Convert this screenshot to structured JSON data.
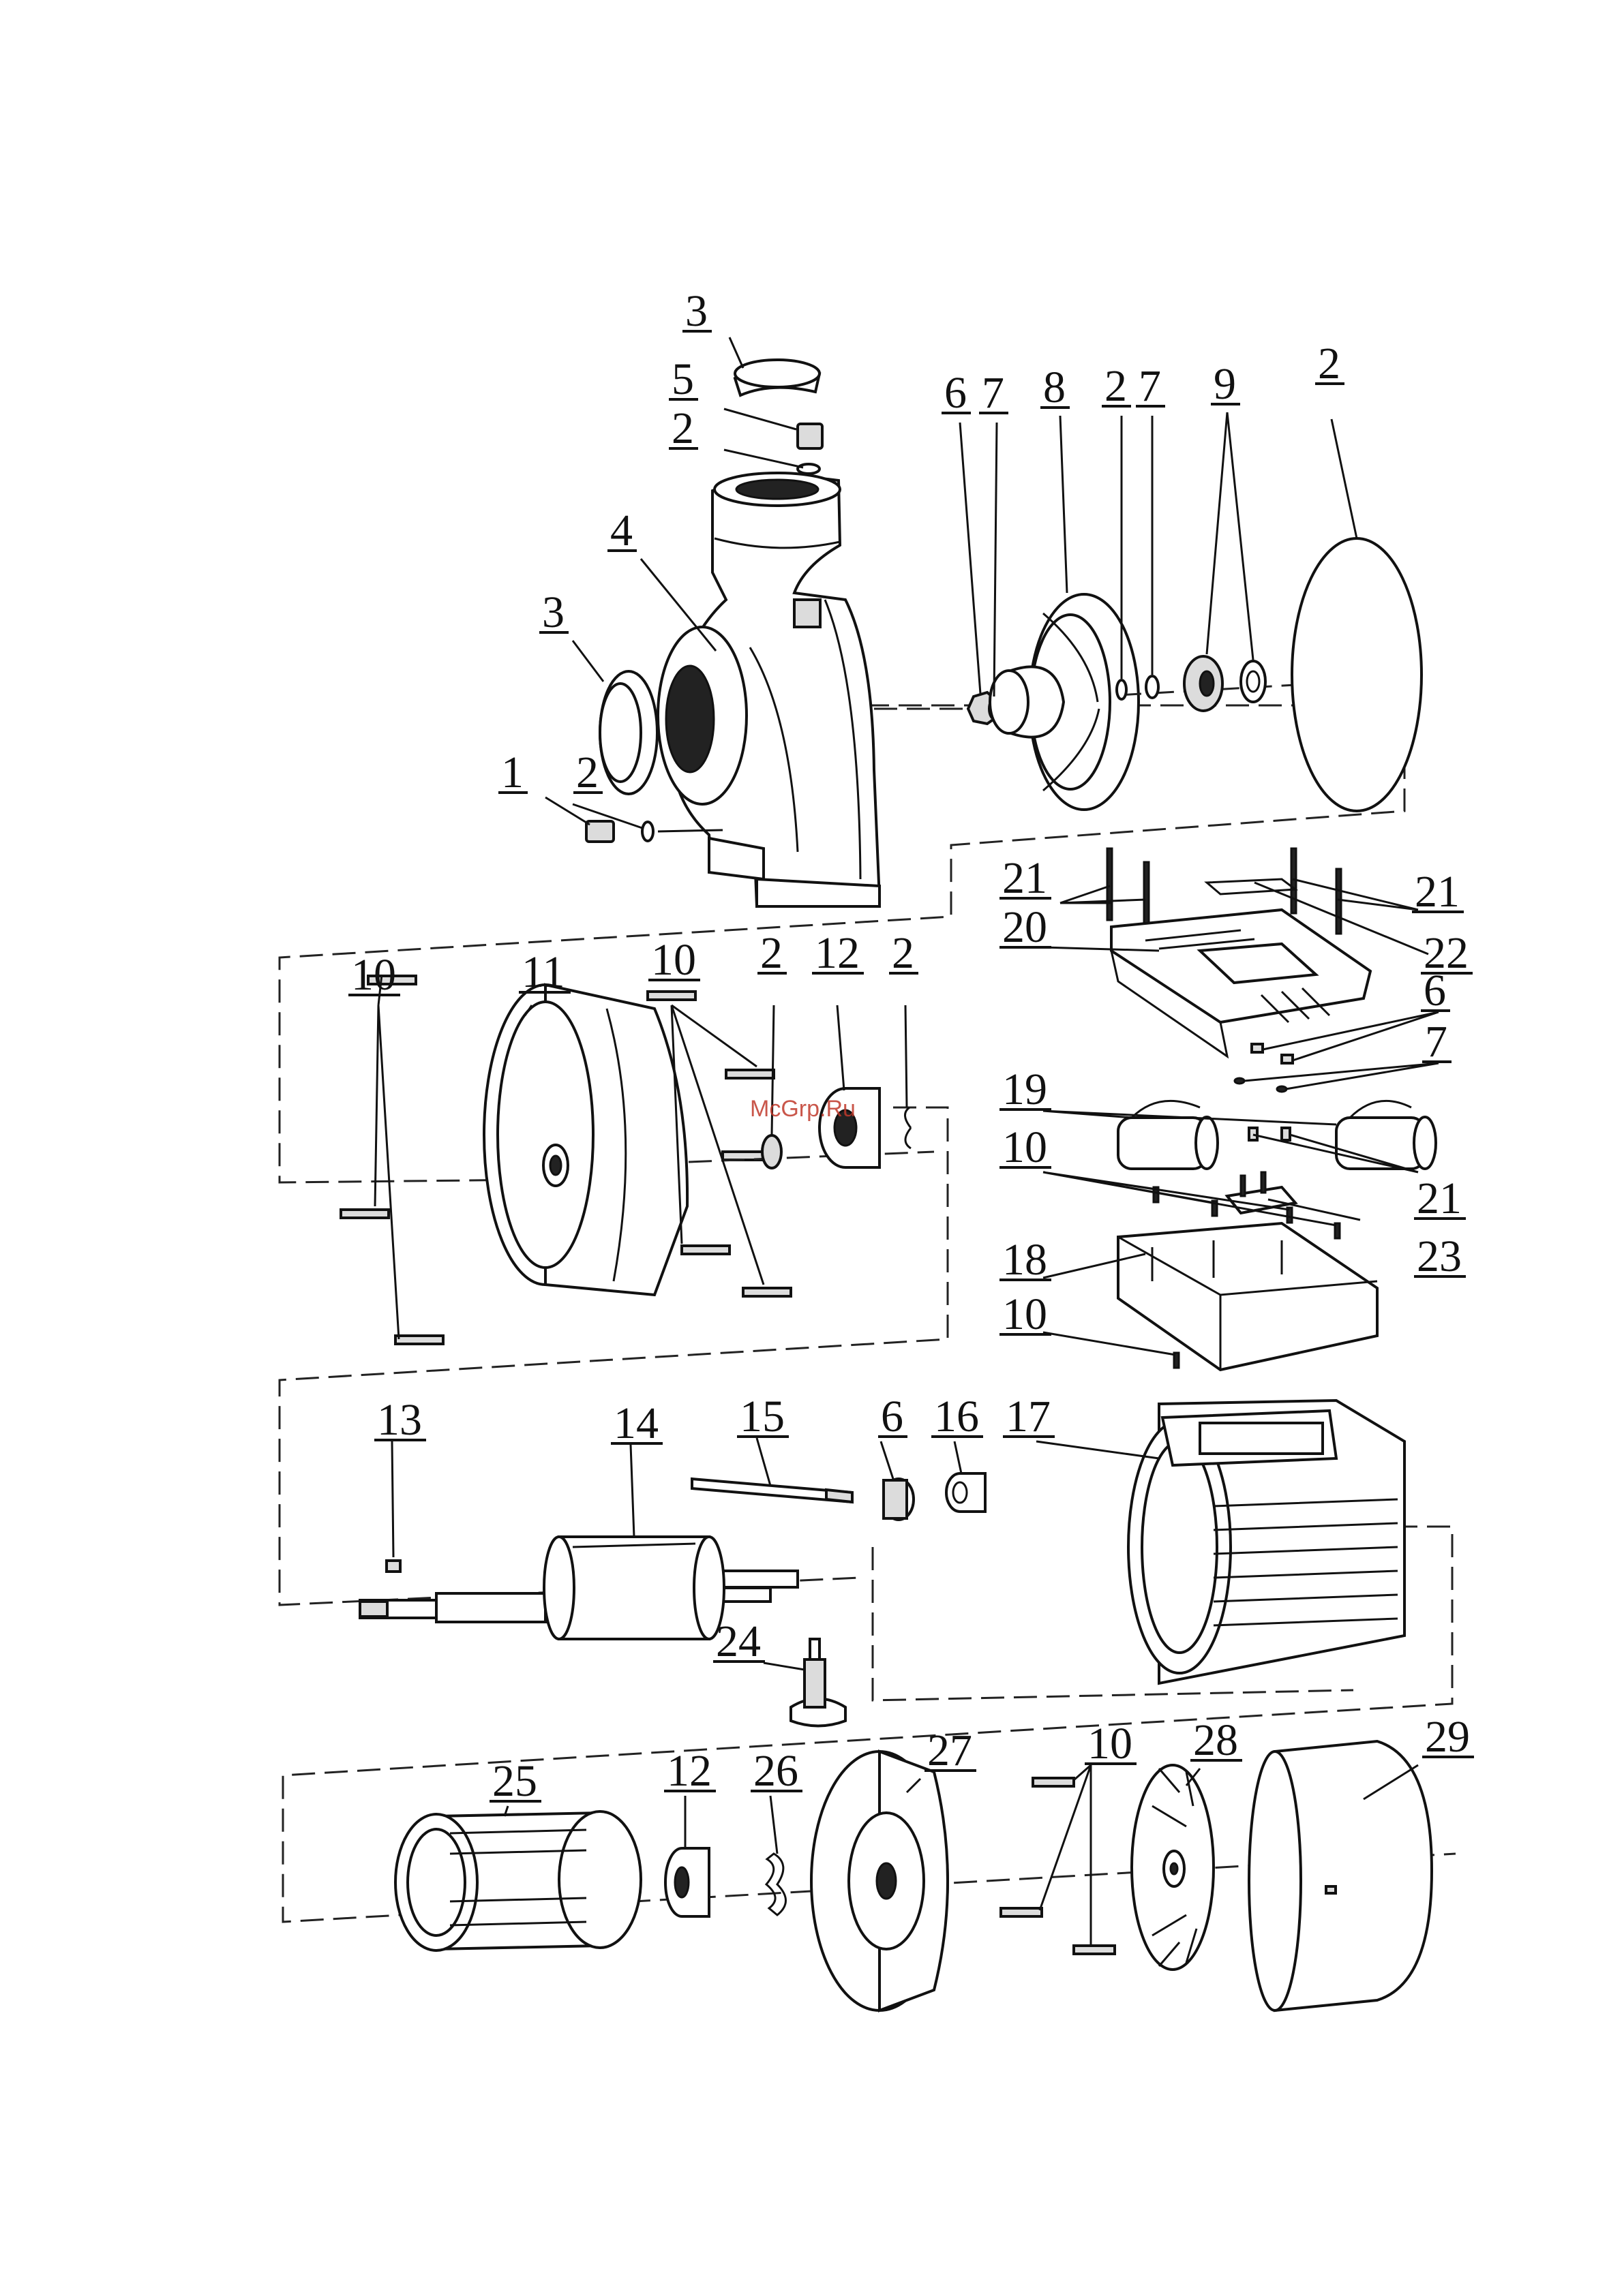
{
  "watermark": "McGrp.Ru",
  "part_labels": [
    {
      "id": "p1",
      "text": "1"
    },
    {
      "id": "p2a",
      "text": "2"
    },
    {
      "id": "p2b",
      "text": "2"
    },
    {
      "id": "p2c",
      "text": "2"
    },
    {
      "id": "p2d",
      "text": "2"
    },
    {
      "id": "p2e",
      "text": "2"
    },
    {
      "id": "p2f",
      "text": "2"
    },
    {
      "id": "p3a",
      "text": "3"
    },
    {
      "id": "p3b",
      "text": "3"
    },
    {
      "id": "p4",
      "text": "4"
    },
    {
      "id": "p5",
      "text": "5"
    },
    {
      "id": "p6a",
      "text": "6"
    },
    {
      "id": "p6b",
      "text": "6"
    },
    {
      "id": "p6c",
      "text": "6"
    },
    {
      "id": "p7a",
      "text": "7"
    },
    {
      "id": "p7b",
      "text": "7"
    },
    {
      "id": "p7c",
      "text": "7"
    },
    {
      "id": "p8",
      "text": "8"
    },
    {
      "id": "p9",
      "text": "9"
    },
    {
      "id": "p10a",
      "text": "10"
    },
    {
      "id": "p10b",
      "text": "10"
    },
    {
      "id": "p10c",
      "text": "10"
    },
    {
      "id": "p10d",
      "text": "10"
    },
    {
      "id": "p10e",
      "text": "10"
    },
    {
      "id": "p11",
      "text": "11"
    },
    {
      "id": "p12a",
      "text": "12"
    },
    {
      "id": "p12b",
      "text": "12"
    },
    {
      "id": "p13",
      "text": "13"
    },
    {
      "id": "p14",
      "text": "14"
    },
    {
      "id": "p15",
      "text": "15"
    },
    {
      "id": "p16",
      "text": "16"
    },
    {
      "id": "p17",
      "text": "17"
    },
    {
      "id": "p18",
      "text": "18"
    },
    {
      "id": "p19",
      "text": "19"
    },
    {
      "id": "p20",
      "text": "20"
    },
    {
      "id": "p21a",
      "text": "21"
    },
    {
      "id": "p21b",
      "text": "21"
    },
    {
      "id": "p21c",
      "text": "21"
    },
    {
      "id": "p22",
      "text": "22"
    },
    {
      "id": "p23",
      "text": "23"
    },
    {
      "id": "p24",
      "text": "24"
    },
    {
      "id": "p25",
      "text": "25"
    },
    {
      "id": "p26",
      "text": "26"
    },
    {
      "id": "p27",
      "text": "27"
    },
    {
      "id": "p28",
      "text": "28"
    },
    {
      "id": "p29",
      "text": "29"
    }
  ]
}
